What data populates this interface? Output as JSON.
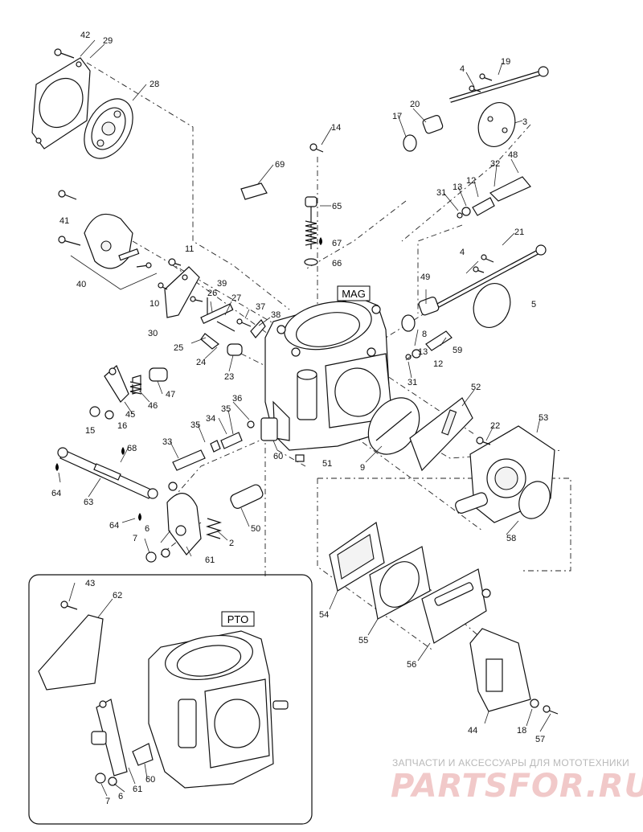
{
  "callouts": [
    "MAG",
    "PTO"
  ],
  "labels": {
    "l42": "42",
    "l29": "29",
    "l28": "28",
    "l4a": "4",
    "l19": "19",
    "l20": "20",
    "l17": "17",
    "l3": "3",
    "l14": "14",
    "l69": "69",
    "l32": "32",
    "l48": "48",
    "l31a": "31",
    "l13a": "13",
    "l12a": "12",
    "l41": "41",
    "l65": "65",
    "l67": "67",
    "l66": "66",
    "l21": "21",
    "l4b": "4",
    "l5": "5",
    "l11": "11",
    "l40": "40",
    "l10": "10",
    "l30": "30",
    "l39": "39",
    "l26": "26",
    "l27": "27",
    "l37": "37",
    "l38": "38",
    "l49": "49",
    "l8": "8",
    "l59": "59",
    "l25": "25",
    "l24": "24",
    "l23": "23",
    "l13b": "13",
    "l12b": "12",
    "l31b": "31",
    "l47": "47",
    "l46": "46",
    "l45": "45",
    "l15": "15",
    "l16": "16",
    "l36": "36",
    "l35a": "35",
    "l34": "34",
    "l35b": "35",
    "l33": "33",
    "l52": "52",
    "l22": "22",
    "l53": "53",
    "l68": "68",
    "l60a": "60",
    "l51": "51",
    "l9": "9",
    "l64a": "64",
    "l63": "63",
    "l64b": "64",
    "l6a": "6",
    "l50": "50",
    "l2": "2",
    "l7a": "7",
    "l61a": "61",
    "l58": "58",
    "l43": "43",
    "l62": "62",
    "l54": "54",
    "l55": "55",
    "l56": "56",
    "l44": "44",
    "l18": "18",
    "l57": "57",
    "l61b": "61",
    "l60b": "60",
    "l6b": "6",
    "l7b": "7"
  },
  "watermark": {
    "line1": "ЗАПЧАСТИ И АКСЕССУАРЫ ДЛЯ МОТОТЕХНИКИ",
    "line2": "PARTSFOR.RU"
  }
}
